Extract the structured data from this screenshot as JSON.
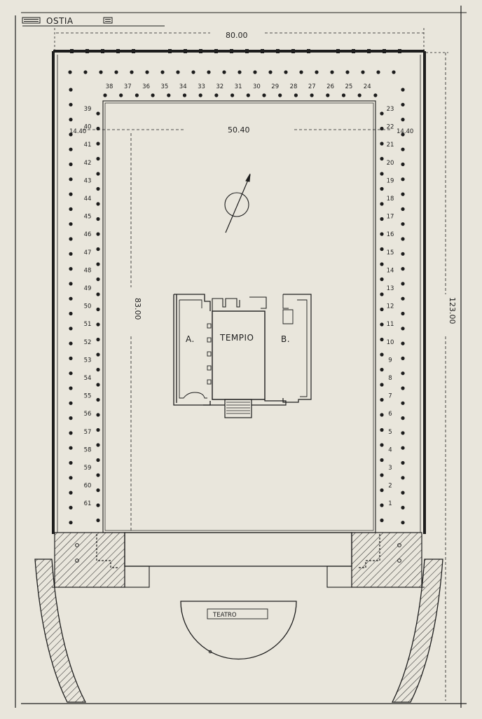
{
  "plan": {
    "site_name": "OSTIA",
    "dimensions": {
      "total_width": "80.00",
      "inner_width": "50.40",
      "inner_length": "83.00",
      "total_length": "123.00",
      "portico_left": "14.40",
      "portico_right": "14.40"
    },
    "labels": {
      "temple": "TEMPIO",
      "room_a": "A.",
      "room_b": "B.",
      "theatre": "TEATRO"
    },
    "column_numbers": {
      "top": [
        "38",
        "37",
        "36",
        "35",
        "34",
        "33",
        "32",
        "31",
        "30",
        "29",
        "28",
        "27",
        "26",
        "25",
        "24"
      ],
      "right": [
        "23",
        "22",
        "21",
        "20",
        "19",
        "18",
        "17",
        "16",
        "15",
        "14",
        "13",
        "12",
        "11",
        "10",
        "9",
        "8",
        "7",
        "6",
        "5",
        "4",
        "3",
        "2",
        "1"
      ],
      "left": [
        "39",
        "40",
        "41",
        "42",
        "43",
        "44",
        "45",
        "46",
        "47",
        "48",
        "49",
        "50",
        "51",
        "52",
        "53",
        "54",
        "55",
        "56",
        "57",
        "58",
        "59",
        "60",
        "61"
      ]
    },
    "colors": {
      "paper": "#e9e6dc",
      "ink": "#1d1d1d"
    }
  }
}
